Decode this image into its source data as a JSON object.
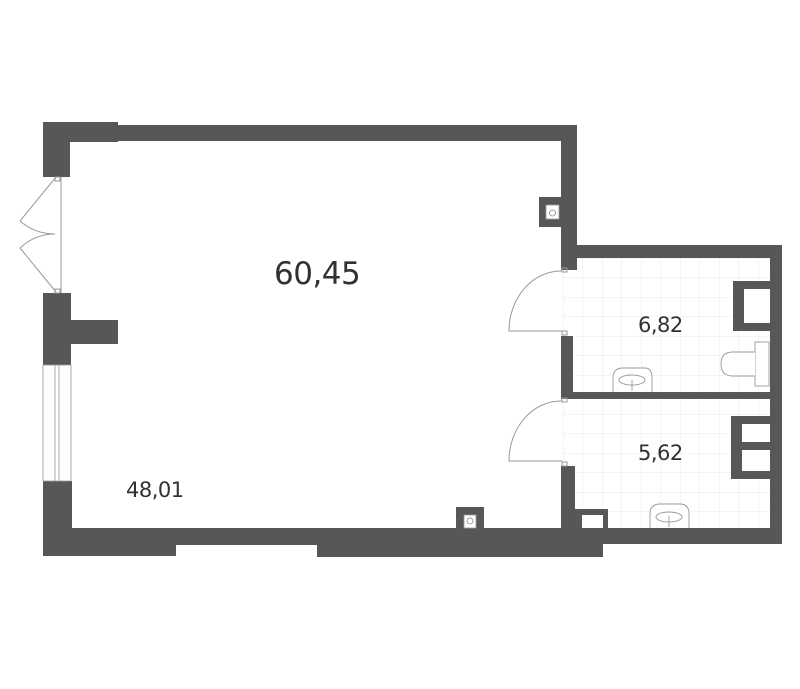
{
  "plan": {
    "wall_color": "#575756",
    "tile_line_color": "#e6e6e6",
    "fixture_stroke": "#9a9a9a"
  },
  "rooms": [
    {
      "name": "main-room",
      "area": "60,45"
    },
    {
      "name": "bathroom-1",
      "area": "6,82"
    },
    {
      "name": "bathroom-2",
      "area": "5,62"
    },
    {
      "name": "main-room-secondary",
      "area": "48,01"
    }
  ]
}
